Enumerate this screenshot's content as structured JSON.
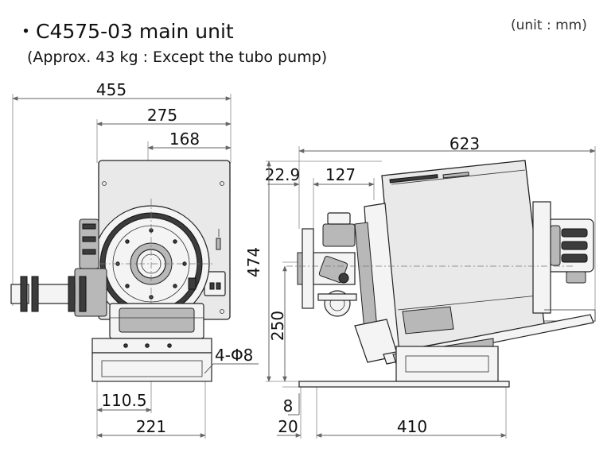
{
  "header": {
    "title": "・C4575-03 main unit",
    "subtitle": "(Approx. 43 kg : Except the tubo pump)",
    "unit": "(unit : mm)"
  },
  "front_view": {
    "width_overall": "455",
    "width_body": "275",
    "center_offset": "168",
    "base_half": "110.5",
    "base_width": "221",
    "holes": "4-Φ8"
  },
  "side_view": {
    "length_overall": "623",
    "flange_offset": "22.9",
    "port_offset": "127",
    "height_overall": "474",
    "axis_height": "250",
    "base_plate": "8",
    "base_offset": "20",
    "base_length": "410"
  },
  "colors": {
    "line": "#222222",
    "dimension": "#666666",
    "body_fill": "#e9e9e9",
    "dark_fill": "#3c3c3c"
  }
}
